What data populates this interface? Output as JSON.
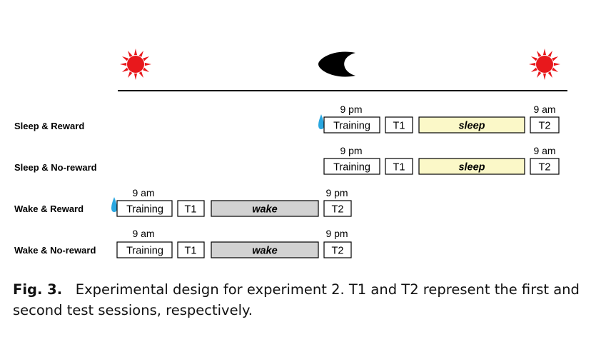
{
  "colors": {
    "sun": "#e8181c",
    "sleep_fill": "#fbf8c8",
    "wake_fill": "#d2d2d2",
    "drop": "#2aa7e0",
    "ink": "#000000"
  },
  "icons": {
    "day_start": "sun-icon",
    "night": "moon-icon",
    "day_end": "sun-icon",
    "reward": "water-drop-icon"
  },
  "rows": [
    {
      "label": "Sleep & Reward",
      "reward": true,
      "time_start": "9 pm",
      "time_end": "9 am",
      "training": "Training",
      "t1": "T1",
      "interval": "sleep",
      "interval_kind": "sleep",
      "t2": "T2"
    },
    {
      "label": "Sleep & No-reward",
      "reward": false,
      "time_start": "9 pm",
      "time_end": "9 am",
      "training": "Training",
      "t1": "T1",
      "interval": "sleep",
      "interval_kind": "sleep",
      "t2": "T2"
    },
    {
      "label": "Wake & Reward",
      "reward": true,
      "time_start": "9 am",
      "time_end": "9 pm",
      "training": "Training",
      "t1": "T1",
      "interval": "wake",
      "interval_kind": "wake",
      "t2": "T2"
    },
    {
      "label": "Wake & No-reward",
      "reward": false,
      "time_start": "9 am",
      "time_end": "9 pm",
      "training": "Training",
      "t1": "T1",
      "interval": "wake",
      "interval_kind": "wake",
      "t2": "T2"
    }
  ],
  "caption": {
    "label": "Fig. 3.",
    "text": "Experimental design for experiment 2. T1 and T2 represent the first and second test sessions, respectively."
  }
}
